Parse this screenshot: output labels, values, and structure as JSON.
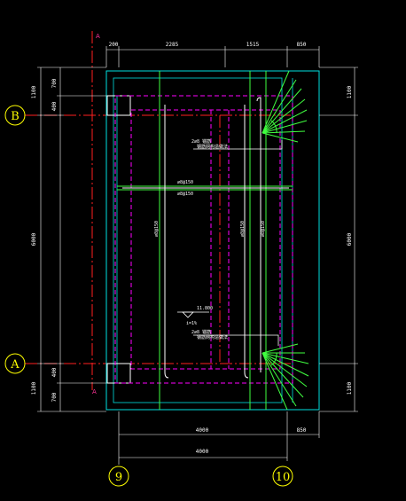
{
  "dimensions": {
    "top_200": "200",
    "top_2285": "2285",
    "top_1515": "1515",
    "top_850": "850",
    "left_1100_top": "1100",
    "left_700_top": "700",
    "left_400_top": "400",
    "left_6000": "6000",
    "left_400_bot": "400",
    "left_700_bot": "700",
    "left_1100_bot": "1100",
    "right_1100_top": "1100",
    "right_6000": "6000",
    "right_1100_bot": "1100",
    "bottom_4000_a": "4000",
    "bottom_850": "850",
    "bottom_4000_b": "4000"
  },
  "axes": {
    "B": "B",
    "A": "A",
    "nine": "9",
    "ten": "10"
  },
  "section_marks": {
    "top": "A",
    "bottom": "A"
  },
  "annotations": {
    "rebar_top_1": "2⌀8 锚筋",
    "rebar_top_2": "钢筋网构造做法",
    "rebar_mid_1": "⌀8@150",
    "rebar_mid_2": "⌀8@150",
    "rebar_v_left": "⌀8@150",
    "rebar_v_mid": "⌀8@150",
    "rebar_v_right": "⌀8@150",
    "elev": "11.800",
    "slope": "i=1%",
    "rebar_bot_1": "2⌀8 锚筋",
    "rebar_bot_2": "钢筋网构造做法"
  }
}
